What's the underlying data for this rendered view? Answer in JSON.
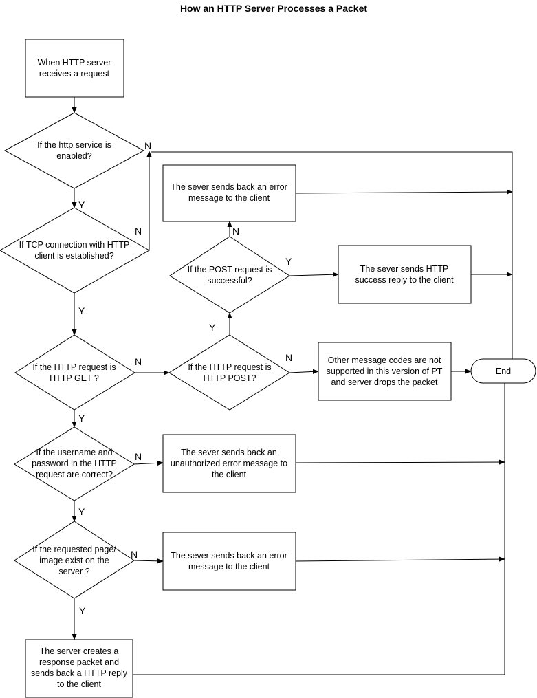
{
  "title": "How an HTTP Server Processes a Packet",
  "nodes": {
    "start": [
      "When HTTP server",
      "receives a request"
    ],
    "d_service": [
      "If the http service is",
      "enabled?"
    ],
    "d_tcp": [
      "If TCP connection with HTTP",
      "client is established?"
    ],
    "d_get": [
      "If the HTTP request is",
      "HTTP GET ?"
    ],
    "d_post": [
      "If the HTTP request is",
      "HTTP POST?"
    ],
    "d_post_ok": [
      "If the POST request is",
      "successful?"
    ],
    "d_auth": [
      "If the username and",
      "password in the HTTP",
      "request are correct?"
    ],
    "d_page": [
      "If the requested page/",
      "image exist on the",
      "server ?"
    ],
    "p_post_error": [
      "The sever sends back an error",
      "message to the client"
    ],
    "p_post_success": [
      "The sever sends HTTP",
      "success reply to the client"
    ],
    "p_other": [
      "Other message codes are not",
      "supported in this version of PT",
      "and server drops the packet"
    ],
    "p_unauth": [
      "The sever sends back an",
      "unauthorized error message to",
      "the client"
    ],
    "p_page_error": [
      "The sever sends back an error",
      "message to the client"
    ],
    "p_reply": [
      "The server creates a",
      "response packet and",
      "sends back a HTTP reply",
      "to the client"
    ],
    "end": [
      "End"
    ]
  },
  "edge_labels": {
    "service_no": "N",
    "service_yes": "Y",
    "tcp_no": "N",
    "tcp_yes": "Y",
    "get_no": "N",
    "get_yes": "Y",
    "post_no": "N",
    "post_yes": "Y",
    "post_ok_no": "N",
    "post_ok_yes": "Y",
    "auth_no": "N",
    "auth_yes": "Y",
    "page_no": "N",
    "page_yes": "Y"
  }
}
